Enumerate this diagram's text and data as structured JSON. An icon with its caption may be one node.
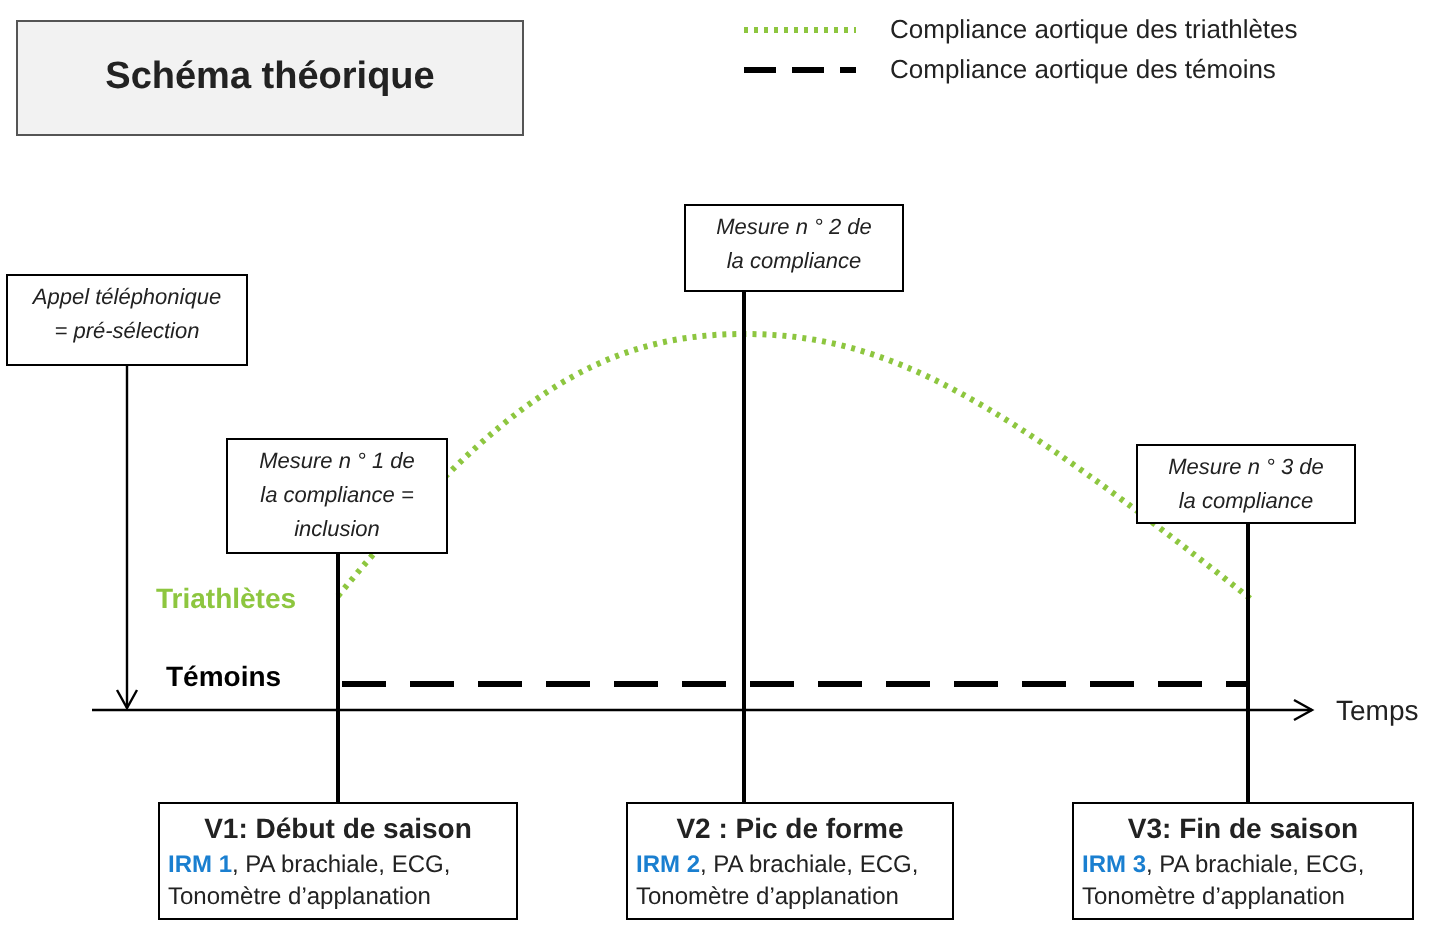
{
  "diagram": {
    "nodes": [
      {
        "text": [
          "Schéma théorique"
        ]
      },
      {
        "text": [
          "Appel téléphonique = pré-sélection"
        ]
      },
      {
        "text": [
          "Mesure n ° 1 de la compliance = inclusion"
        ]
      },
      {
        "text": [
          "Mesure n ° 2 de la compliance"
        ]
      },
      {
        "text": [
          "Mesure n ° 3 de la compliance"
        ]
      },
      {
        "text": [
          "V1: Début de saison",
          "**IRM 1**, PA brachiale, ECG, Tonomètre d’applanation"
        ]
      },
      {
        "text": [
          "V2 : Pic de forme",
          "**IRM 2**, PA brachiale, ECG, Tonomètre d’applanation"
        ]
      },
      {
        "text": [
          "V3: Fin de saison",
          "**IRM 3**, PA brachiale, ECG, Tonomètre d’applanation"
        ]
      }
    ],
    "edges": [
      {
        "from": 1,
        "to": null,
        "arrow": "to"
      },
      {
        "from": 2,
        "to": 5,
        "arrow": "none"
      },
      {
        "from": 3,
        "to": 6,
        "arrow": "none"
      },
      {
        "from": 4,
        "to": 7,
        "arrow": "none"
      }
    ],
    "labels": [
      "Triathlètes",
      "Témoins",
      "Temps"
    ],
    "legend": [
      {
        "text": "Compliance aortique des triathlètes"
      },
      {
        "text": "Compliance aortique des témoins"
      }
    ]
  }
}
